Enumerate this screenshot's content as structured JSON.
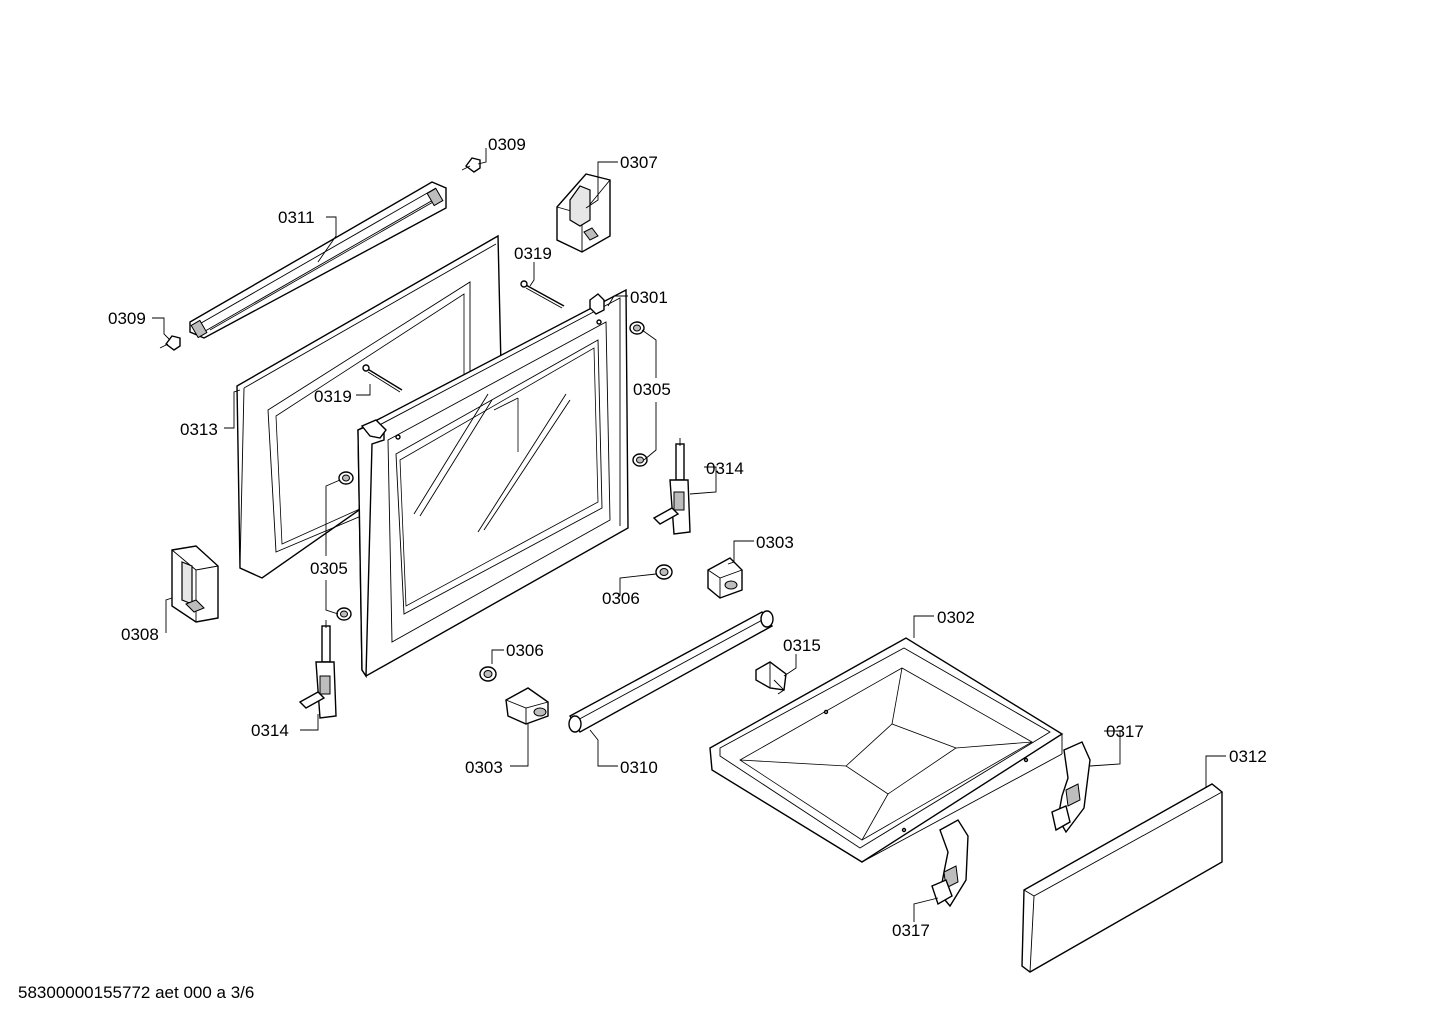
{
  "footer_text": "58300000155772 aet 000 a 3/6",
  "callouts": [
    {
      "id": "c1",
      "label": "0309"
    },
    {
      "id": "c2",
      "label": "0307"
    },
    {
      "id": "c3",
      "label": "0311"
    },
    {
      "id": "c4",
      "label": "0319"
    },
    {
      "id": "c5",
      "label": "0301"
    },
    {
      "id": "c6",
      "label": "0309"
    },
    {
      "id": "c7",
      "label": "0305"
    },
    {
      "id": "c8",
      "label": "0319"
    },
    {
      "id": "c9",
      "label": "0313"
    },
    {
      "id": "c10",
      "label": "0314"
    },
    {
      "id": "c11",
      "label": "0303"
    },
    {
      "id": "c12",
      "label": "0305"
    },
    {
      "id": "c13",
      "label": "0306"
    },
    {
      "id": "c14",
      "label": "0308"
    },
    {
      "id": "c15",
      "label": "0302"
    },
    {
      "id": "c16",
      "label": "0315"
    },
    {
      "id": "c17",
      "label": "0306"
    },
    {
      "id": "c18",
      "label": "0314"
    },
    {
      "id": "c19",
      "label": "0317"
    },
    {
      "id": "c20",
      "label": "0312"
    },
    {
      "id": "c21",
      "label": "0303"
    },
    {
      "id": "c22",
      "label": "0310"
    },
    {
      "id": "c23",
      "label": "0317"
    }
  ]
}
